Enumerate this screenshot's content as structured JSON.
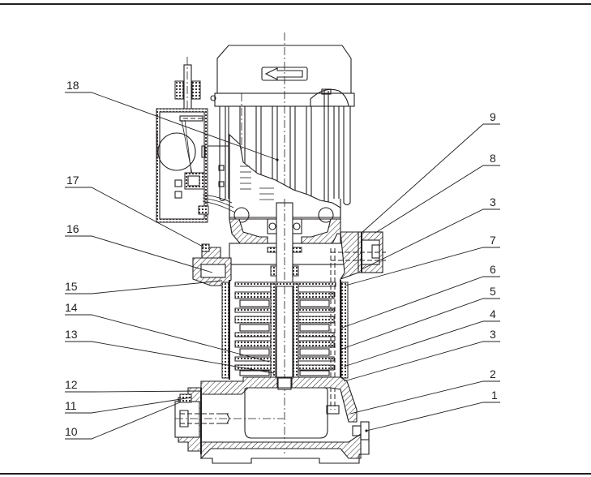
{
  "figure": {
    "type": "pump-sectional-drawing",
    "subject": "vertical multistage centrifugal pump cross-section",
    "direction_arrow": "left",
    "colors": {
      "ink": "#231f20",
      "background": "#ffffff"
    }
  },
  "callouts": {
    "left": [
      {
        "id": "18",
        "label": "18"
      },
      {
        "id": "17",
        "label": "17"
      },
      {
        "id": "16",
        "label": "16"
      },
      {
        "id": "15",
        "label": "15"
      },
      {
        "id": "14",
        "label": "14"
      },
      {
        "id": "13",
        "label": "13"
      },
      {
        "id": "12",
        "label": "12"
      },
      {
        "id": "11",
        "label": "11"
      },
      {
        "id": "10",
        "label": "10"
      }
    ],
    "right": [
      {
        "id": "9",
        "label": "9"
      },
      {
        "id": "8",
        "label": "8"
      },
      {
        "id": "3a",
        "label": "3"
      },
      {
        "id": "7",
        "label": "7"
      },
      {
        "id": "6",
        "label": "6"
      },
      {
        "id": "5",
        "label": "5"
      },
      {
        "id": "4",
        "label": "4"
      },
      {
        "id": "3b",
        "label": "3"
      },
      {
        "id": "2",
        "label": "2"
      },
      {
        "id": "1",
        "label": "1"
      }
    ]
  }
}
